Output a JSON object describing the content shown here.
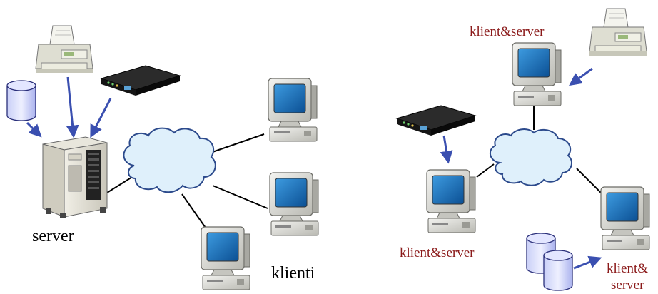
{
  "left_network": {
    "server_label": "server",
    "clients_label": "klienti"
  },
  "right_network": {
    "top_label": "klient&server",
    "left_label": "klient&server",
    "right_label_line1": "klient&",
    "right_label_line2": "server"
  },
  "colors": {
    "arrow": "#3a4fb0",
    "peer_label": "#8b1a1a",
    "text": "#000000",
    "cloud_fill": "#dff0fb",
    "cloud_stroke": "#2c4a8c",
    "monitor_screen": "#1c75c2"
  }
}
